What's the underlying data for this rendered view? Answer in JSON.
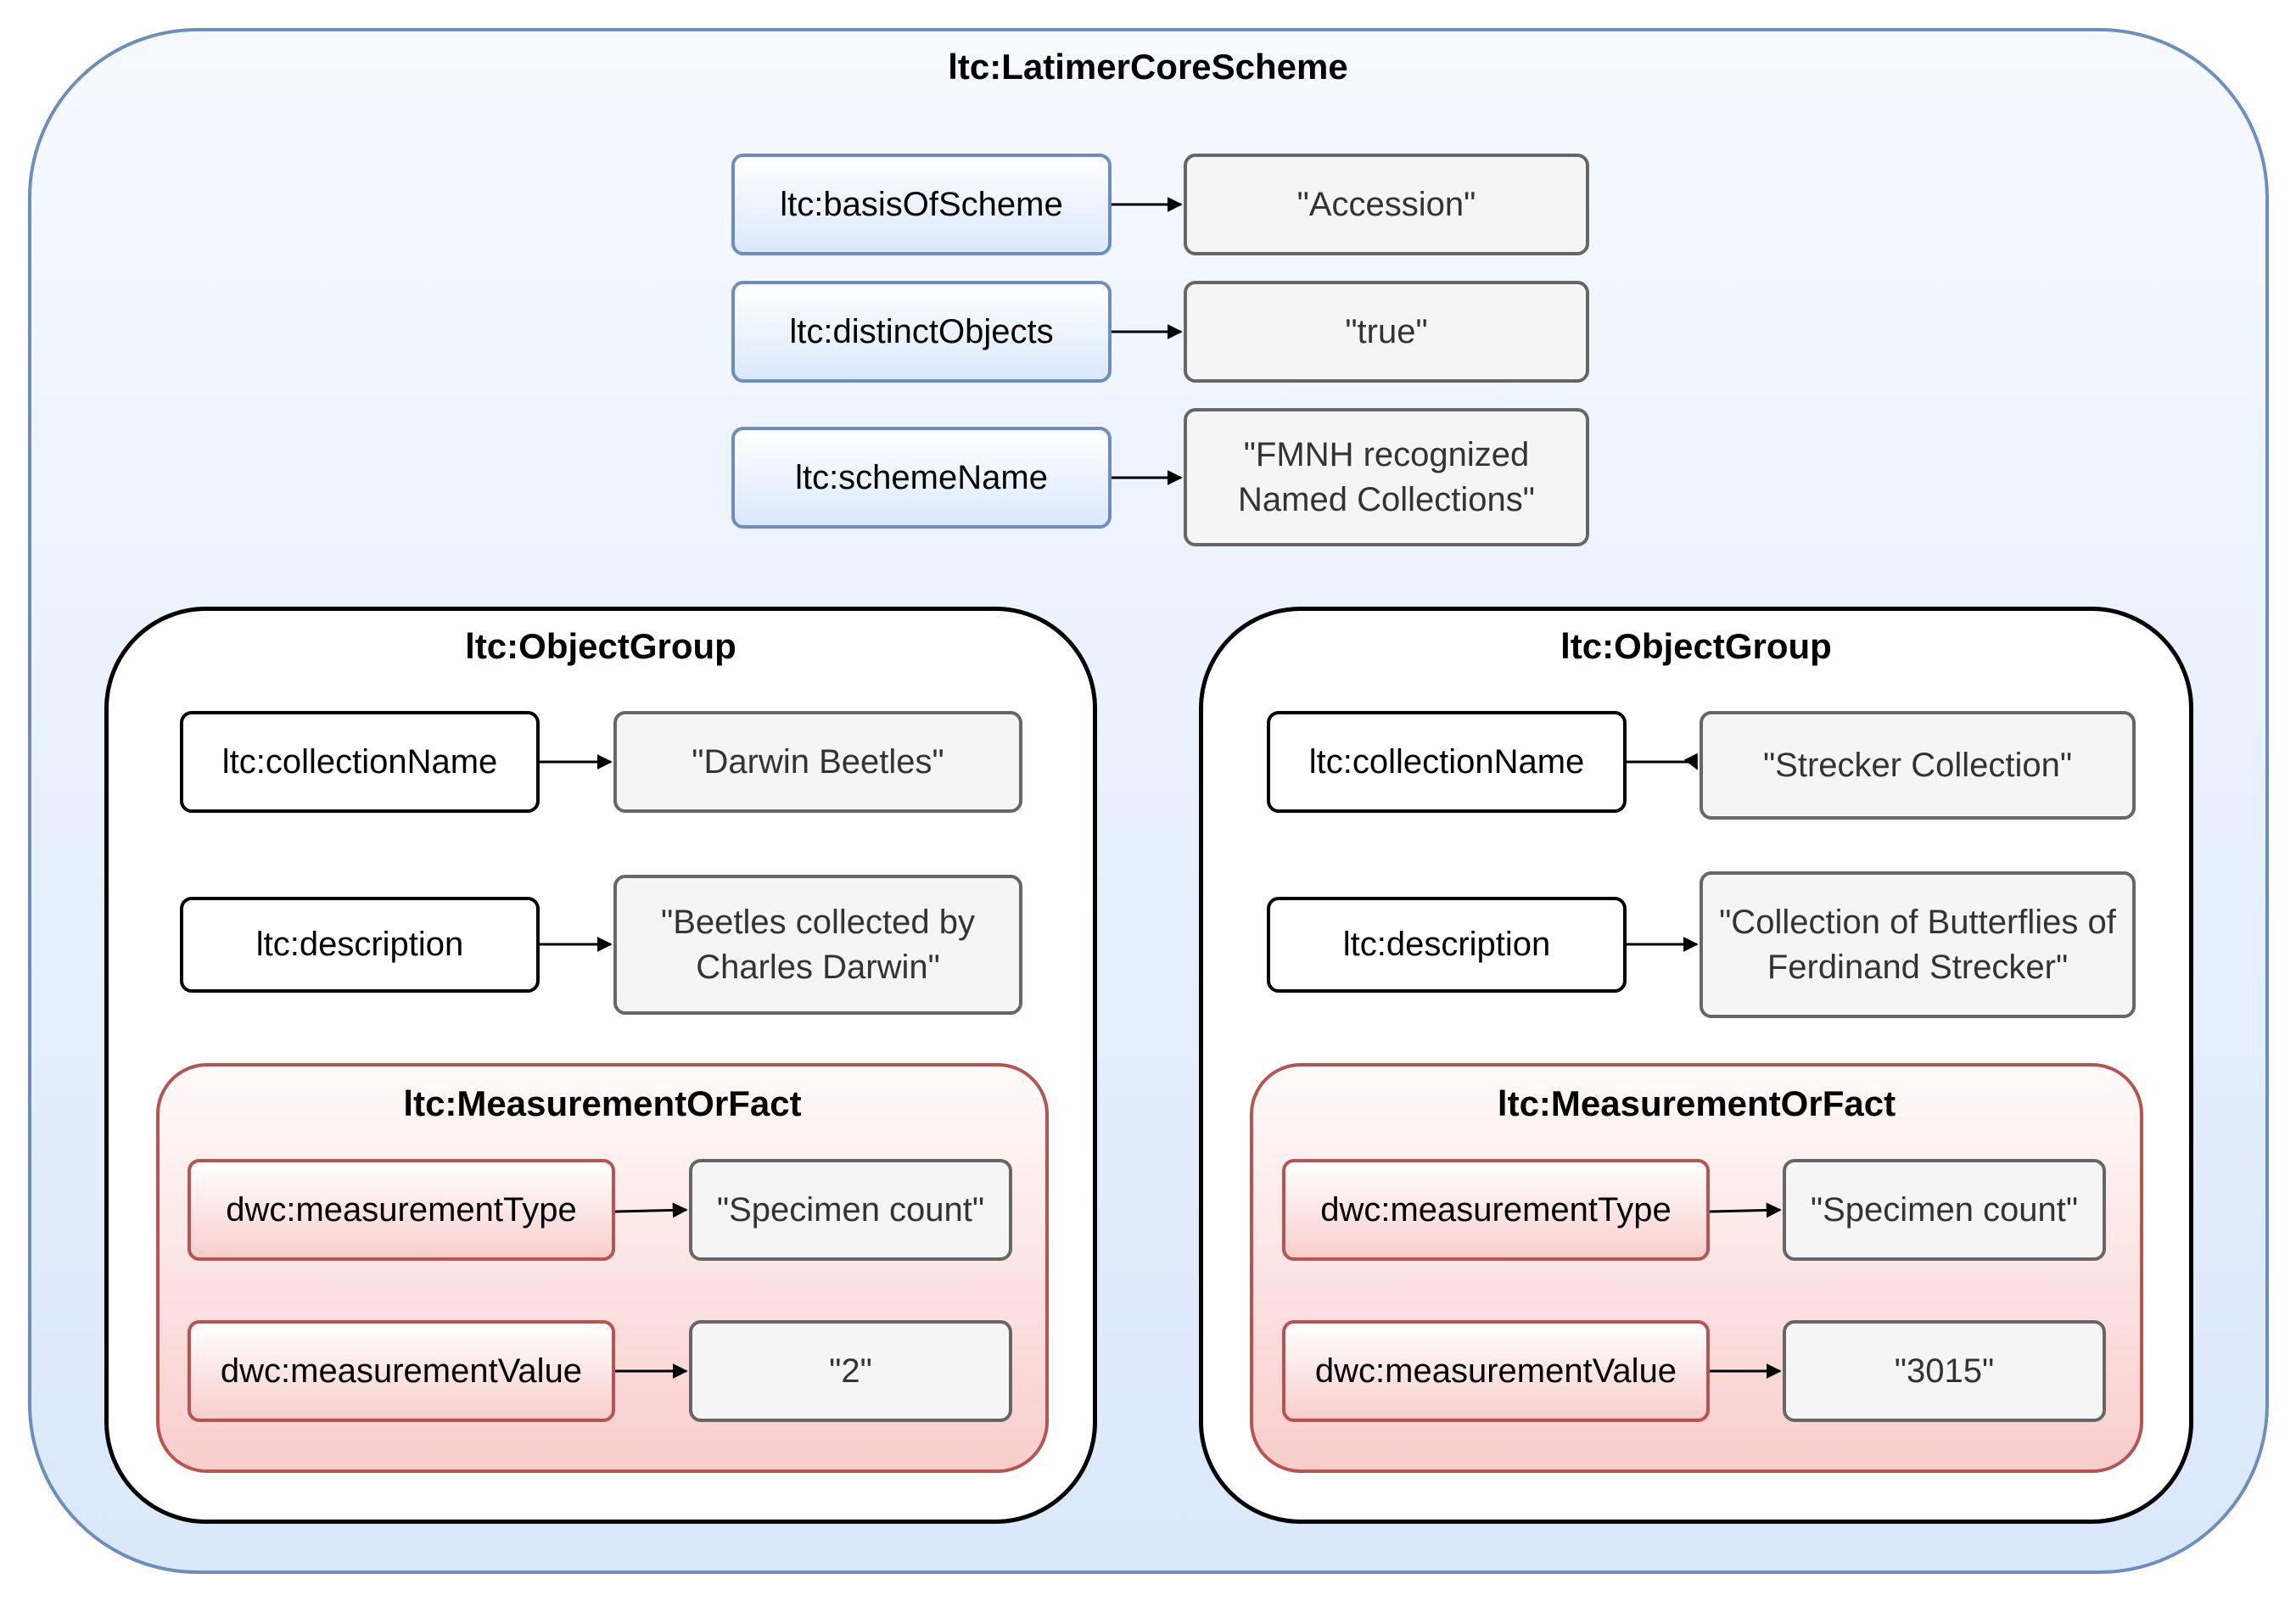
{
  "scheme": {
    "title": "ltc:LatimerCoreScheme",
    "properties": [
      {
        "name": "ltc:basisOfScheme",
        "value": "\"Accession\""
      },
      {
        "name": "ltc:distinctObjects",
        "value": "\"true\""
      },
      {
        "name": "ltc:schemeName",
        "value": "\"FMNH recognized Named Collections\""
      }
    ]
  },
  "groups": [
    {
      "title": "ltc:ObjectGroup",
      "collection_name": {
        "name": "ltc:collectionName",
        "value": "\"Darwin Beetles\""
      },
      "description": {
        "name": "ltc:description",
        "value": "\"Beetles collected by Charles Darwin\""
      },
      "mof": {
        "title": "ltc:MeasurementOrFact",
        "type": {
          "name": "dwc:measurementType",
          "value": "\"Specimen count\""
        },
        "value": {
          "name": "dwc:measurementValue",
          "value": "\"2\""
        }
      }
    },
    {
      "title": "ltc:ObjectGroup",
      "collection_name": {
        "name": "ltc:collectionName",
        "value": "\"Strecker Collection\""
      },
      "description": {
        "name": "ltc:description",
        "value": "\"Collection of Butterflies of Ferdinand Strecker\""
      },
      "mof": {
        "title": "ltc:MeasurementOrFact",
        "type": {
          "name": "dwc:measurementType",
          "value": "\"Specimen count\""
        },
        "value": {
          "name": "dwc:measurementValue",
          "value": "\"3015\""
        }
      }
    }
  ],
  "colors": {
    "scheme_border": "#6c8ebf",
    "scheme_fill": "#dae8fc",
    "value_border": "#666666",
    "value_fill": "#f5f5f5",
    "mof_border": "#b85450",
    "mof_fill": "#f8cecc"
  }
}
